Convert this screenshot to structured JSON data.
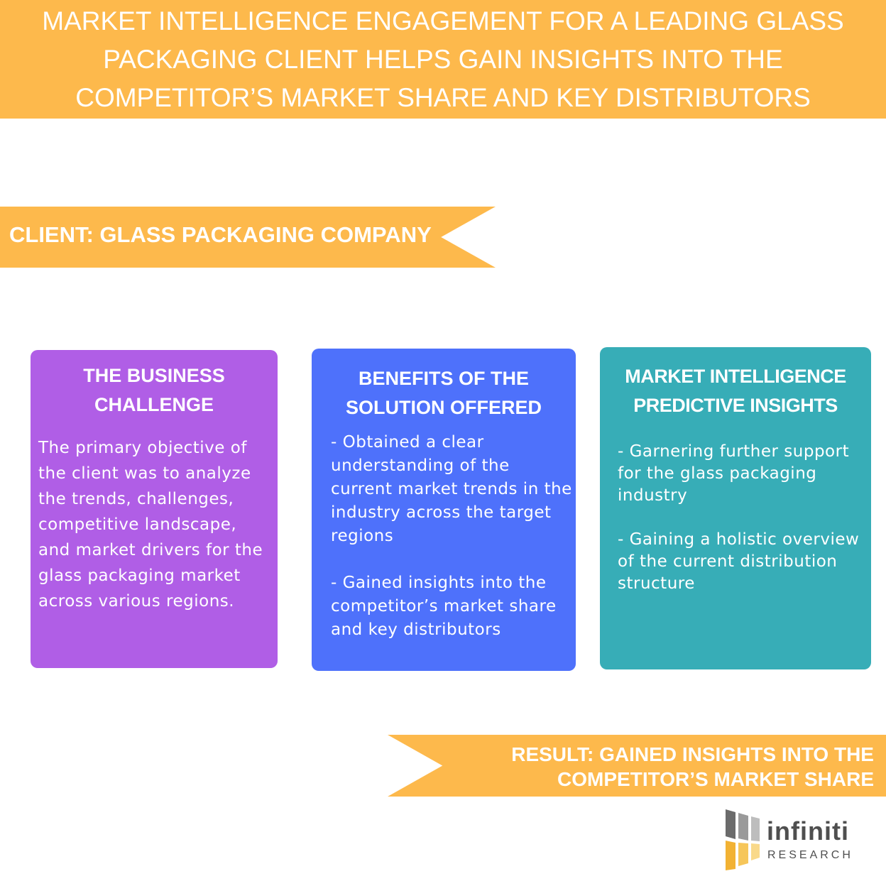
{
  "header": {
    "title": "MARKET INTELLIGENCE ENGAGEMENT FOR A LEADING GLASS PACKAGING CLIENT HELPS GAIN INSIGHTS INTO THE COMPETITOR’S MARKET SHARE AND KEY DISTRIBUTORS"
  },
  "client": {
    "label": "CLIENT: GLASS PACKAGING COMPANY"
  },
  "cards": {
    "challenge": {
      "title": "THE BUSINESS CHALLENGE",
      "body": "The primary objective of the client was to analyze the trends, challenges, competitive landscape, and market drivers for the glass packaging market across various regions."
    },
    "benefits": {
      "title": "BENEFITS OF THE SOLUTION OFFERED",
      "body": "- Obtained a clear understanding of the current market trends in the industry across the target regions\n\n- Gained insights into the competitor’s market share and key distributors"
    },
    "insights": {
      "title": "MARKET INTELLIGENCE PREDICTIVE INSIGHTS",
      "body": "- Garnering further support for the glass packaging industry\n\n- Gaining a holistic overview of the current distribution structure"
    }
  },
  "result": {
    "label": "RESULT:  GAINED INSIGHTS INTO THE\nCOMPETITOR’S MARKET SHARE"
  },
  "logo": {
    "wordmark": "infiniti",
    "subtext": "RESEARCH"
  },
  "colors": {
    "accent_orange": "#fdb94c",
    "card_purple": "#b05ee6",
    "card_blue": "#4e71fb",
    "card_teal": "#37adb7"
  }
}
